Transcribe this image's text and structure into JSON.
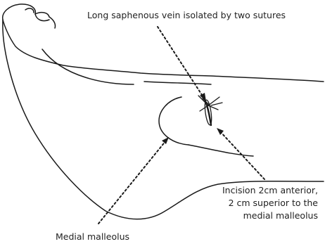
{
  "labels": {
    "vein": "Long saphenous vein isolated by two sutures",
    "incision": [
      "Incision 2cm anterior,",
      "2 cm superior to the",
      "medial malleolus"
    ],
    "malleolus": "Medial malleolus"
  },
  "colors": {
    "line": "#1a1a1a",
    "text": "#222222",
    "background": "#ffffff"
  }
}
